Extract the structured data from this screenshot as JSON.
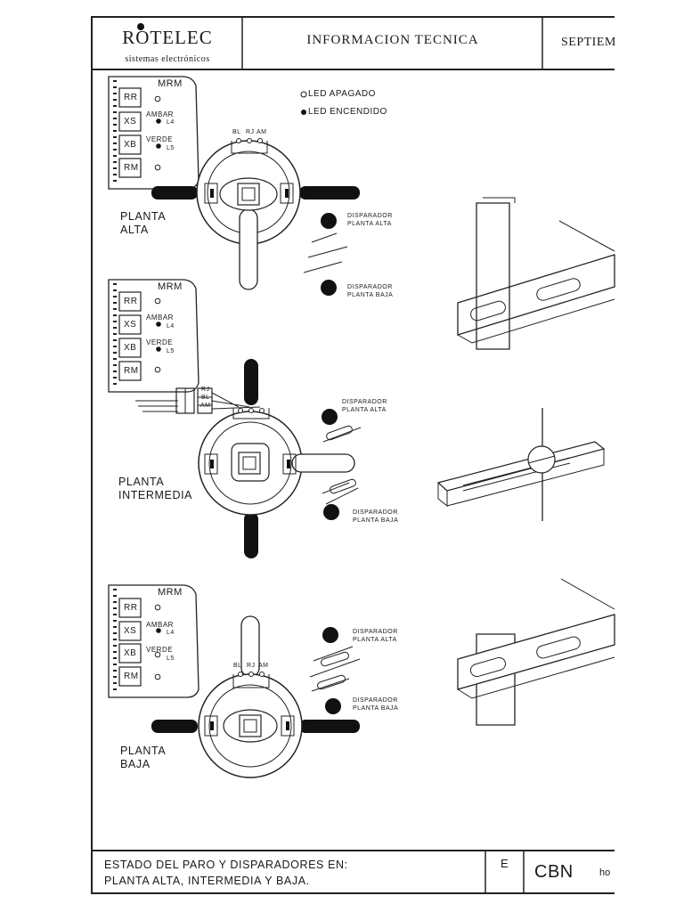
{
  "header": {
    "brand": "ROTELEC",
    "brand_sub": "sistemas electrónicos",
    "doc_title": "INFORMACION TECNICA",
    "date": "SEPTIEM"
  },
  "legend": {
    "off": "LED APAGADO",
    "on": "LED ENCENDIDO"
  },
  "board": {
    "title": "MRM",
    "buttons": [
      "RR",
      "XS",
      "XB",
      "RM"
    ],
    "ambar": "AMBAR",
    "l4": "L4",
    "verde": "VERDE",
    "l5": "L5"
  },
  "wires": {
    "bl": "BL",
    "rj": "RJ",
    "am": "AM"
  },
  "triggers": {
    "label": "DISPARADOR",
    "high": "PLANTA ALTA",
    "low": "PLANTA BAJA"
  },
  "panels": {
    "alta": {
      "line1": "PLANTA",
      "line2": "ALTA"
    },
    "intermedia": {
      "line1": "PLANTA",
      "line2": "INTERMEDIA"
    },
    "baja": {
      "line1": "PLANTA",
      "line2": "BAJA"
    }
  },
  "footer": {
    "line1": "ESTADO DEL PARO Y DISPARADORES EN:",
    "line2": "PLANTA ALTA, INTERMEDIA Y BAJA.",
    "rev": "E",
    "code": "CBN",
    "page": "ho"
  }
}
